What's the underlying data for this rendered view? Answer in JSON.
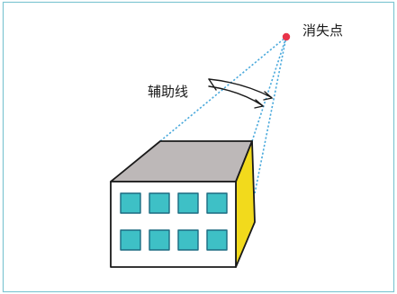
{
  "labels": {
    "vanishing_point": "消失点",
    "auxiliary_lines": "辅助线"
  },
  "colors": {
    "frame": "#7fc6d3",
    "vanishing_point": "#e8344a",
    "aux_line": "#4aa9dc",
    "roof": "#bdb8b8",
    "side_face": "#f2da1c",
    "front_face": "#ffffff",
    "window_fill": "#3ec0c6",
    "window_border": "#1b6a80",
    "outline": "#1a1a1a"
  },
  "building": {
    "window_rows": 2,
    "window_cols": 4
  }
}
